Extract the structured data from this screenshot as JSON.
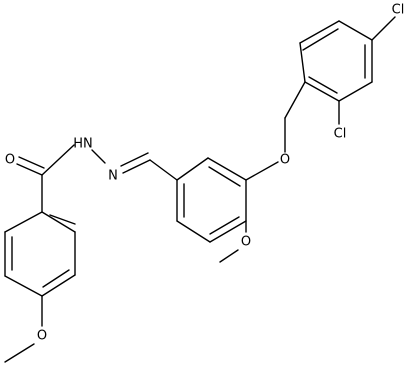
{
  "molecule": {
    "atom_labels": {
      "cl_top": "Cl",
      "cl_ortho": "Cl",
      "o_ether_link": "O",
      "o_carbonyl": "O",
      "nh": "HN",
      "n_imine": "N",
      "o_methoxy_ring": "O",
      "o_methoxy_benzoyl": "O"
    },
    "colors": {
      "bond": "#000000",
      "background": "#ffffff"
    }
  }
}
